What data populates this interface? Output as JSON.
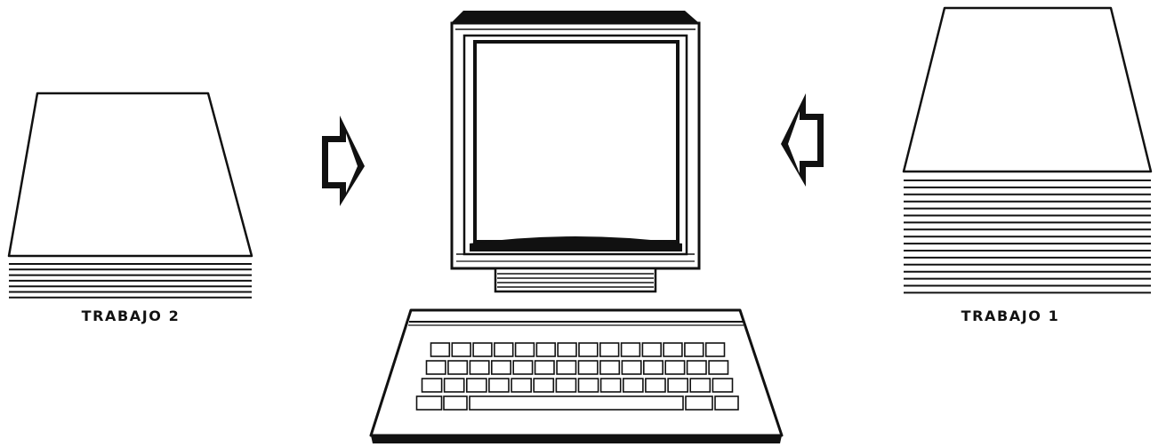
{
  "labels": {
    "job_left": "TRABAJO 2",
    "job_right": "TRABAJO 1"
  },
  "colors": {
    "ink": "#111111",
    "paper": "#ffffff"
  },
  "stacks": {
    "left_sheet_lines": 7,
    "right_sheet_lines": 17
  }
}
